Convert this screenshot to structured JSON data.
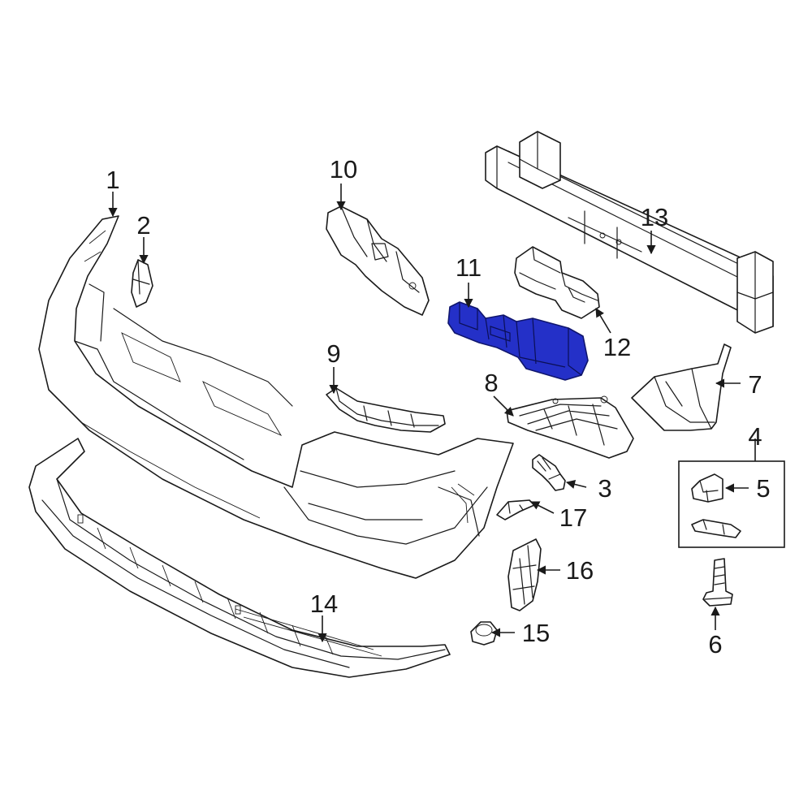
{
  "diagram": {
    "highlight_color": "#2430c8",
    "callouts": {
      "c1": "1",
      "c2": "2",
      "c3": "3",
      "c4": "4",
      "c5": "5",
      "c6": "6",
      "c7": "7",
      "c8": "8",
      "c9": "9",
      "c10": "10",
      "c11": "11",
      "c12": "12",
      "c13": "13",
      "c14": "14",
      "c15": "15",
      "c16": "16",
      "c17": "17"
    }
  }
}
